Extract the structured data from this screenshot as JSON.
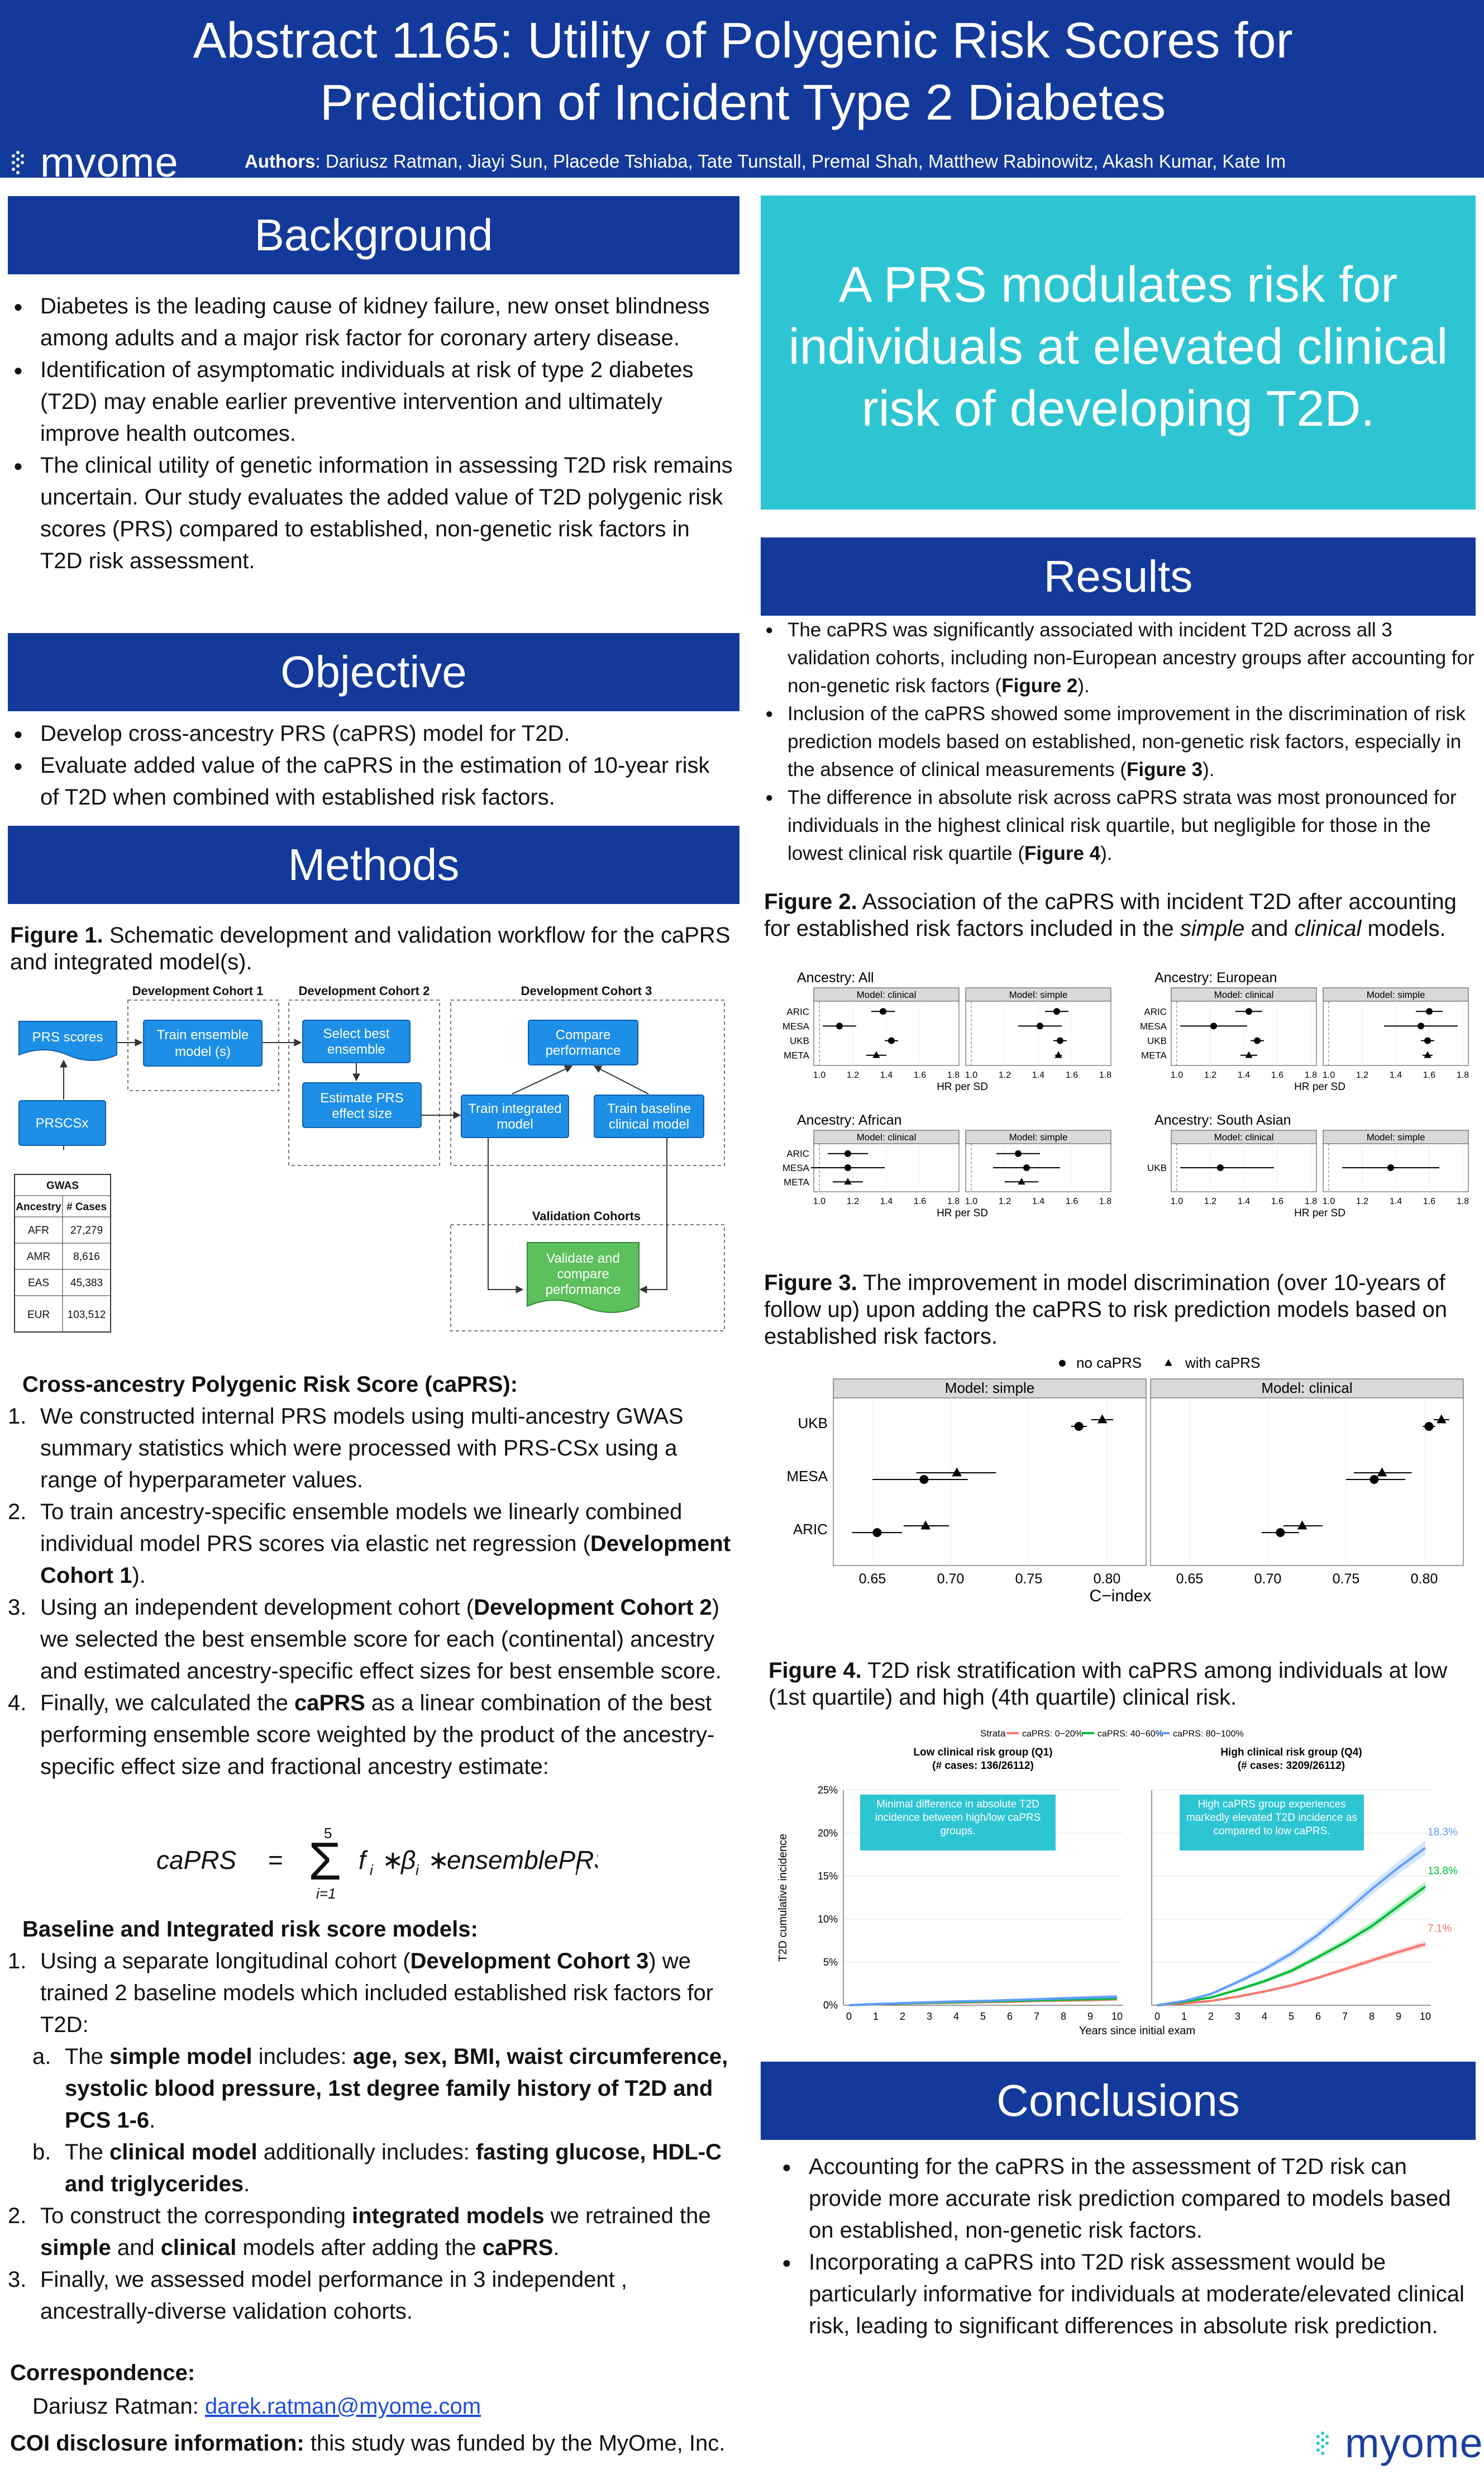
{
  "header": {
    "title_line1": "Abstract 1165: Utility of Polygenic Risk Scores for",
    "title_line2": "Prediction of Incident Type 2 Diabetes",
    "authors_label": "Authors",
    "authors": ": Dariusz Ratman, Jiayi Sun, Placede Tshiaba, Tate Tunstall, Premal Shah, Matthew Rabinowitz, Akash Kumar, Kate Im",
    "logo_text": "myome"
  },
  "background": {
    "title": "Background",
    "bullets": [
      "Diabetes is the leading cause of kidney failure, new onset blindness among adults and a major risk factor for coronary artery disease.",
      "Identification of asymptomatic individuals at risk of type 2 diabetes (T2D) may enable earlier preventive intervention and ultimately improve health outcomes.",
      "The clinical utility of genetic information in assessing T2D risk remains uncertain. Our study evaluates the added value of T2D polygenic risk scores (PRS) compared to established, non-genetic risk factors in T2D risk assessment."
    ]
  },
  "objective": {
    "title": "Objective",
    "bullets": [
      "Develop cross-ancestry PRS (caPRS) model for T2D.",
      "Evaluate added value of the caPRS in the estimation of 10-year risk of T2D when combined with established risk factors."
    ]
  },
  "methods": {
    "title": "Methods",
    "fig1_label": "Figure 1.",
    "fig1_caption": " Schematic development and validation workflow for the caPRS and integrated model(s).",
    "cohort1": "Development Cohort 1",
    "cohort2": "Development Cohort 2",
    "cohort3": "Development Cohort 3",
    "validation": "Validation Cohorts",
    "boxes": {
      "prs_scores": "PRS scores",
      "train_ens_1": "Train ensemble",
      "train_ens_2": "model (s)",
      "select_1": "Select best",
      "select_2": "ensemble",
      "est_1": "Estimate PRS",
      "est_2": "effect size",
      "compare_1": "Compare",
      "compare_2": "performance",
      "train_int_1": "Train integrated",
      "train_int_2": "model",
      "train_base_1": "Train baseline",
      "train_base_2": "clinical model",
      "prscsx": "PRSCSx",
      "validate_1": "Validate and",
      "validate_2": "compare",
      "validate_3": "performance"
    },
    "gwas": {
      "title": "GWAS",
      "headers": [
        "Ancestry",
        "# Cases"
      ],
      "rows": [
        [
          "AFR",
          "27,279"
        ],
        [
          "AMR",
          "8,616"
        ],
        [
          "EAS",
          "45,383"
        ],
        [
          "EUR",
          "103,512"
        ]
      ]
    },
    "caprs_heading": "Cross-ancestry Polygenic Risk Score (caPRS):",
    "caprs_steps": [
      {
        "n": "1.",
        "parts": [
          {
            "t": "We constructed internal PRS models using multi-ancestry GWAS summary statistics which were processed with PRS-CSx using a range of hyperparameter values."
          }
        ]
      },
      {
        "n": "2.",
        "parts": [
          {
            "t": "To train ancestry-specific ensemble models we linearly combined individual model PRS scores via elastic net regression ("
          },
          {
            "t": "Development Cohort 1",
            "b": true
          },
          {
            "t": ")."
          }
        ]
      },
      {
        "n": "3.",
        "parts": [
          {
            "t": "Using an independent development cohort ("
          },
          {
            "t": "Development Cohort 2",
            "b": true
          },
          {
            "t": ") we selected the best ensemble score for each (continental) ancestry and estimated ancestry-specific effect sizes for best ensemble score."
          }
        ]
      },
      {
        "n": "4.",
        "parts": [
          {
            "t": "Finally, we calculated the "
          },
          {
            "t": "caPRS",
            "b": true
          },
          {
            "t": " as a linear combination of the best performing ensemble score weighted by the product of the ancestry-specific effect size and fractional ancestry estimate:"
          }
        ]
      }
    ],
    "formula": {
      "lhs": "caPRS",
      "eq": "=",
      "sum_top": "5",
      "sum_bottom": "i=1",
      "rhs": "f",
      "sub": "i",
      "op": "∗",
      "beta": "β",
      "ens": "ensemblePRS"
    },
    "baseline_heading": "Baseline and Integrated risk score models:",
    "baseline_steps": [
      {
        "n": "1.",
        "parts": [
          {
            "t": "Using a separate longitudinal cohort ("
          },
          {
            "t": "Development Cohort 3",
            "b": true
          },
          {
            "t": ") we trained 2 baseline models which included established risk factors for T2D:"
          }
        ]
      },
      {
        "n": "a.",
        "sub": true,
        "parts": [
          {
            "t": "The "
          },
          {
            "t": "simple model",
            "b": true
          },
          {
            "t": " includes: "
          },
          {
            "t": "age, sex, BMI, waist circumference, systolic blood pressure, 1st degree family history of T2D and PCS 1-6",
            "b": true
          },
          {
            "t": "."
          }
        ]
      },
      {
        "n": "b.",
        "sub": true,
        "parts": [
          {
            "t": "The "
          },
          {
            "t": "clinical model",
            "b": true
          },
          {
            "t": " additionally includes: "
          },
          {
            "t": "fasting glucose, HDL-C and triglycerides",
            "b": true
          },
          {
            "t": "."
          }
        ]
      },
      {
        "n": "2.",
        "parts": [
          {
            "t": "To construct the corresponding "
          },
          {
            "t": "integrated models",
            "b": true
          },
          {
            "t": " we retrained the "
          },
          {
            "t": "simple",
            "b": true
          },
          {
            "t": " and "
          },
          {
            "t": "clinical",
            "b": true
          },
          {
            "t": " models after adding the "
          },
          {
            "t": "caPRS",
            "b": true
          },
          {
            "t": "."
          }
        ]
      },
      {
        "n": "3.",
        "parts": [
          {
            "t": "Finally, we assessed model performance in 3 independent , ancestrally-diverse validation cohorts."
          }
        ]
      }
    ],
    "correspondence_label": "Correspondence:",
    "correspondence_name": "Dariusz Ratman: ",
    "correspondence_email": "darek.ratman@myome.com",
    "coi_label": "COI disclosure information:",
    "coi_text": " this study was funded by the MyOme, Inc."
  },
  "key_message": "A PRS modulates risk for individuals at elevated clinical risk of developing T2D.",
  "results": {
    "title": "Results",
    "bullets": [
      [
        {
          "t": "The caPRS was significantly associated with incident T2D across all 3 validation cohorts, including non-European ancestry groups after accounting for non-genetic risk factors ("
        },
        {
          "t": "Figure 2",
          "b": true
        },
        {
          "t": ")."
        }
      ],
      [
        {
          "t": "Inclusion of the caPRS showed some improvement in the discrimination of risk prediction models based on established, non-genetic risk factors, especially in the absence of clinical measurements ("
        },
        {
          "t": "Figure 3",
          "b": true
        },
        {
          "t": ")."
        }
      ],
      [
        {
          "t": "The difference in absolute risk across caPRS strata was most pronounced for individuals in the highest clinical risk quartile, but negligible for those in the lowest clinical risk quartile ("
        },
        {
          "t": "Figure 4",
          "b": true
        },
        {
          "t": ")."
        }
      ]
    ],
    "fig2_label": "Figure 2.",
    "fig2_caption_a": " Association of the caPRS with incident T2D after accounting for established risk factors included in the ",
    "fig2_caption_simple": "simple",
    "fig2_caption_b": " and ",
    "fig2_caption_clinical": "clinical",
    "fig2_caption_c": " models.",
    "fig3_label": "Figure 3.",
    "fig3_caption": " The improvement in model discrimination (over 10-years of follow up) upon adding the caPRS to risk prediction models based on established risk factors.",
    "fig4_label": "Figure 4.",
    "fig4_caption": " T2D risk stratification with caPRS among individuals at low (1st quartile) and high (4th quartile) clinical risk."
  },
  "conclusions": {
    "title": "Conclusions",
    "bullets": [
      "Accounting for the caPRS in the assessment of T2D risk can provide more accurate risk prediction compared to models based on established, non-genetic risk factors.",
      "Incorporating a caPRS into T2D risk assessment would be particularly informative for individuals at moderate/elevated clinical risk, leading to significant differences in absolute risk prediction."
    ]
  },
  "chart_data": [
    {
      "type": "forest",
      "id": "fig2",
      "xlabel": "HR per SD",
      "xlim": [
        1.0,
        1.8
      ],
      "xticks": [
        "1.0",
        "1.2",
        "1.4",
        "1.6",
        "1.8"
      ],
      "facet_labels": [
        "Model: clinical",
        "Model: simple"
      ],
      "panels": [
        {
          "title": "Ancestry: All",
          "rows": [
            "ARIC",
            "MESA",
            "UKB",
            "META"
          ],
          "clinical": [
            {
              "hr": 1.38,
              "lo": 1.31,
              "hi": 1.45,
              "m": "dot"
            },
            {
              "hr": 1.12,
              "lo": 1.02,
              "hi": 1.22,
              "m": "dot"
            },
            {
              "hr": 1.43,
              "lo": 1.39,
              "hi": 1.47,
              "m": "dot"
            },
            {
              "hr": 1.34,
              "lo": 1.28,
              "hi": 1.4,
              "m": "tri"
            }
          ],
          "simple": [
            {
              "hr": 1.51,
              "lo": 1.44,
              "hi": 1.58,
              "m": "dot"
            },
            {
              "hr": 1.41,
              "lo": 1.28,
              "hi": 1.54,
              "m": "dot"
            },
            {
              "hr": 1.53,
              "lo": 1.49,
              "hi": 1.57,
              "m": "dot"
            },
            {
              "hr": 1.52,
              "lo": 1.5,
              "hi": 1.54,
              "m": "tri"
            }
          ]
        },
        {
          "title": "Ancestry: European",
          "rows": [
            "ARIC",
            "MESA",
            "UKB",
            "META"
          ],
          "clinical": [
            {
              "hr": 1.43,
              "lo": 1.35,
              "hi": 1.51,
              "m": "dot"
            },
            {
              "hr": 1.22,
              "lo": 1.02,
              "hi": 1.42,
              "m": "dot"
            },
            {
              "hr": 1.48,
              "lo": 1.44,
              "hi": 1.52,
              "m": "dot"
            },
            {
              "hr": 1.43,
              "lo": 1.38,
              "hi": 1.48,
              "m": "tri"
            }
          ],
          "simple": [
            {
              "hr": 1.6,
              "lo": 1.52,
              "hi": 1.68,
              "m": "dot"
            },
            {
              "hr": 1.55,
              "lo": 1.33,
              "hi": 1.77,
              "m": "dot"
            },
            {
              "hr": 1.59,
              "lo": 1.55,
              "hi": 1.63,
              "m": "dot"
            },
            {
              "hr": 1.59,
              "lo": 1.56,
              "hi": 1.62,
              "m": "tri"
            }
          ]
        },
        {
          "title": "Ancestry: African",
          "rows": [
            "ARIC",
            "MESA",
            "META"
          ],
          "clinical": [
            {
              "hr": 1.17,
              "lo": 1.05,
              "hi": 1.29,
              "m": "dot"
            },
            {
              "hr": 1.17,
              "lo": 0.95,
              "hi": 1.39,
              "m": "dot"
            },
            {
              "hr": 1.17,
              "lo": 1.08,
              "hi": 1.26,
              "m": "tri"
            }
          ],
          "simple": [
            {
              "hr": 1.28,
              "lo": 1.15,
              "hi": 1.41,
              "m": "dot"
            },
            {
              "hr": 1.33,
              "lo": 1.13,
              "hi": 1.53,
              "m": "dot"
            },
            {
              "hr": 1.3,
              "lo": 1.2,
              "hi": 1.4,
              "m": "tri"
            }
          ]
        },
        {
          "title": "Ancestry: South Asian",
          "rows": [
            "UKB"
          ],
          "clinical": [
            {
              "hr": 1.26,
              "lo": 1.02,
              "hi": 1.58,
              "m": "dot"
            }
          ],
          "simple": [
            {
              "hr": 1.37,
              "lo": 1.08,
              "hi": 1.66,
              "m": "dot"
            }
          ]
        }
      ]
    },
    {
      "type": "scatter",
      "id": "fig3",
      "xlabel": "C−index",
      "xlim": [
        0.625,
        0.825
      ],
      "xticks": [
        "0.65",
        "0.70",
        "0.75",
        "0.80"
      ],
      "xtick_values": [
        0.65,
        0.7,
        0.75,
        0.8
      ],
      "legend": [
        "no caPRS",
        "with caPRS"
      ],
      "facets": [
        "Model: simple",
        "Model: clinical"
      ],
      "rows": [
        "UKB",
        "MESA",
        "ARIC"
      ],
      "simple": {
        "UKB": [
          {
            "v": 0.782,
            "lo": 0.777,
            "hi": 0.787,
            "m": "dot"
          },
          {
            "v": 0.797,
            "lo": 0.79,
            "hi": 0.804,
            "m": "tri"
          }
        ],
        "MESA": [
          {
            "v": 0.683,
            "lo": 0.65,
            "hi": 0.711,
            "m": "dot"
          },
          {
            "v": 0.704,
            "lo": 0.678,
            "hi": 0.729,
            "m": "tri"
          }
        ],
        "ARIC": [
          {
            "v": 0.653,
            "lo": 0.637,
            "hi": 0.669,
            "m": "dot"
          },
          {
            "v": 0.684,
            "lo": 0.67,
            "hi": 0.699,
            "m": "tri"
          }
        ]
      },
      "clinical": {
        "UKB": [
          {
            "v": 0.803,
            "lo": 0.799,
            "hi": 0.807,
            "m": "dot"
          },
          {
            "v": 0.811,
            "lo": 0.806,
            "hi": 0.816,
            "m": "tri"
          }
        ],
        "MESA": [
          {
            "v": 0.768,
            "lo": 0.75,
            "hi": 0.788,
            "m": "dot"
          },
          {
            "v": 0.773,
            "lo": 0.755,
            "hi": 0.792,
            "m": "tri"
          }
        ],
        "ARIC": [
          {
            "v": 0.708,
            "lo": 0.696,
            "hi": 0.72,
            "m": "dot"
          },
          {
            "v": 0.722,
            "lo": 0.71,
            "hi": 0.735,
            "m": "tri"
          }
        ]
      }
    },
    {
      "type": "line",
      "id": "fig4",
      "xlabel": "Years since initial exam",
      "ylabel": "T2D cumulative incidence",
      "ylim": [
        0,
        25
      ],
      "yticks": [
        "0%",
        "5%",
        "10%",
        "15%",
        "20%",
        "25%"
      ],
      "xticks": [
        "0",
        "1",
        "2",
        "3",
        "4",
        "5",
        "6",
        "7",
        "8",
        "9",
        "10"
      ],
      "legend_title": "Strata",
      "legend": [
        "caPRS: 0−20%",
        "caPRS: 40−60%",
        "caPRS: 80−100%"
      ],
      "colors": [
        "#f8766d",
        "#00ba38",
        "#619cff"
      ],
      "panels": [
        {
          "title": "Low clinical risk group (Q1)",
          "subtitle": "(# cases: 136/26112)",
          "note": "Minimal difference in absolute T2D incidence between high/low caPRS groups.",
          "x": [
            0,
            1,
            2,
            3,
            4,
            5,
            6,
            7,
            8,
            9,
            10
          ],
          "series": [
            [
              0,
              0.1,
              0.2,
              0.25,
              0.3,
              0.35,
              0.4,
              0.5,
              0.55,
              0.6,
              0.7
            ],
            [
              0,
              0.12,
              0.22,
              0.3,
              0.35,
              0.42,
              0.5,
              0.58,
              0.65,
              0.72,
              0.8
            ],
            [
              0,
              0.15,
              0.25,
              0.35,
              0.45,
              0.5,
              0.6,
              0.7,
              0.8,
              0.9,
              1.0
            ]
          ]
        },
        {
          "title": "High clinical risk group (Q4)",
          "subtitle": "(# cases: 3209/26112)",
          "note": "High caPRS group experiences markedly elevated T2D incidence as compared to low caPRS.",
          "x": [
            0,
            1,
            2,
            3,
            4,
            5,
            6,
            7,
            8,
            9,
            10
          ],
          "series": [
            [
              0,
              0.2,
              0.5,
              1.0,
              1.6,
              2.3,
              3.2,
              4.2,
              5.2,
              6.2,
              7.1
            ],
            [
              0,
              0.4,
              0.9,
              1.8,
              2.8,
              4.0,
              5.6,
              7.3,
              9.2,
              11.5,
              13.8
            ],
            [
              0,
              0.5,
              1.3,
              2.7,
              4.2,
              6.0,
              8.2,
              10.8,
              13.5,
              16.0,
              18.3
            ]
          ],
          "end_labels": [
            "7.1%",
            "13.8%",
            "18.3%"
          ]
        }
      ]
    }
  ]
}
